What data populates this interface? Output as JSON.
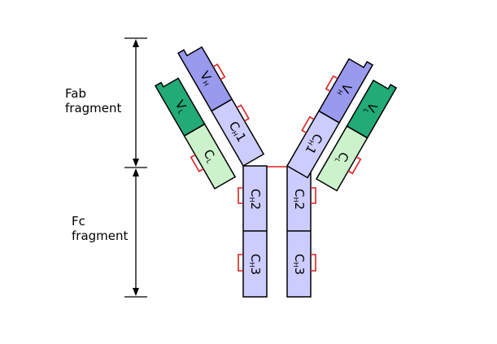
{
  "labels": {
    "fab_line1": "Fab",
    "fab_line2": "fragment",
    "fc_line1": "Fc",
    "fc_line2": "fragment"
  },
  "domains": {
    "variable_heavy": "V",
    "variable_heavy_sub": "H",
    "variable_light": "V",
    "variable_light_sub": "L",
    "constant_light": "C",
    "constant_light_sub": "L",
    "constant_heavy": "C",
    "constant_heavy_sub": "H",
    "ch1_num": "1",
    "ch2_num": "2",
    "ch3_num": "3"
  },
  "colors": {
    "variable_heavy": "#9999ee",
    "constant_heavy": "#ccccff",
    "variable_light": "#22aa77",
    "constant_light": "#ccf2cc",
    "disulfide": "#dd2222",
    "outline": "#000000"
  }
}
